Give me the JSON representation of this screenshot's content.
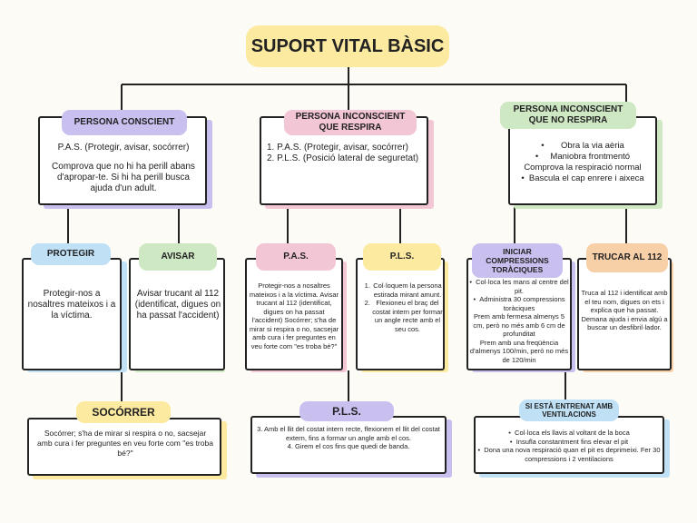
{
  "title": "SUPORT VITAL BÀSIC",
  "col1": {
    "heading": "PERSONA CONSCIENT",
    "line1": "P.A.S. (Protegir, avisar, socórrer)",
    "line2": "Comprova que no hi ha perill abans d'apropar-te. Si hi ha perill busca ajuda d'un adult."
  },
  "col2": {
    "heading": "PERSONA INCONSCIENT QUE RESPIRA",
    "items": [
      "P.A.S. (Protegir, avisar, socórrer)",
      "P.L.S. (Posició lateral de seguretat)"
    ]
  },
  "col3": {
    "heading": "PERSONA INCONSCIENT QUE NO RESPIRA",
    "item1": "Obra la via aèria",
    "item2": "Maniobra frontmentó",
    "line3": "Comprova la respiració normal",
    "item4": "Bascula el cap enrere i aixeca"
  },
  "protegir": {
    "heading": "PROTEGIR",
    "text": "Protegir-nos a nosaltres mateixos i a la víctima."
  },
  "avisar": {
    "heading": "AVISAR",
    "text": "Avisar trucant al 112 (identificat, digues on ha passat l'accident)"
  },
  "pas": {
    "heading": "P.A.S.",
    "text": "Protegir-nos a nosaltres mateixos i a la víctima. Avisar trucant al 112 (identificat, digues on ha passat l'accident) Socórrer; s'ha de mirar si respira o no, sacsejar amb cura i fer preguntes en veu forte com \"es troba bé?\""
  },
  "pls": {
    "heading": "P.L.S.",
    "items": [
      "Col·loquem la persona estirada mirant amunt.",
      "Flexioneu el braç del costat intern per formar un angle recte amb el seu cos."
    ]
  },
  "compressions": {
    "heading": "INICIAR COMPRESSIONS TORÀCIQUES",
    "item1": "Col·loca les mans al centre del pit.",
    "item2": "Administra 30 compressions toràciques",
    "line3": "Prem amb fermesa almenys 5 cm, però no més amb 6 cm de profunditat",
    "line4": "Prem amb una freqüència d'almenys 100/min, però no més de 120/min"
  },
  "trucar": {
    "heading": "TRUCAR AL 112",
    "text": "Truca al 112 i identificat amb el teu nom, digues on ets i explica que ha passat. Demana ajuda i envia algú a buscar un desfibril·lador."
  },
  "socorrer": {
    "heading": "SOCÓRRER",
    "text": "Socórrer; s'ha de mirar si respira o no, sacsejar amb cura i fer preguntes en veu forte com \"es troba bé?\""
  },
  "pls2": {
    "heading": "P.L.S.",
    "line1": "3. Amb el llit del costat intern recte, flexionem el llit del costat extern, fins a formar un angle amb el cos.",
    "line2": "4. Girem el cos fins que quedi de banda."
  },
  "ventilacions": {
    "heading": "SI ESTÀ ENTRENAT AMB VENTILACIONS",
    "items": [
      "Col·loca els llavis al voltant de la boca",
      "Insufla constantment fins elevar el pit",
      "Dona una nova respiració quan el pit es deprimeixi. Fer 30 compressions i 2 ventilacions"
    ]
  },
  "colors": {
    "purple": "#c9c0f0",
    "pink": "#f3c6d6",
    "green": "#cfe8c4",
    "blue": "#bfe0f5",
    "yellow": "#fbeaa0",
    "orange": "#f8d0a8"
  }
}
